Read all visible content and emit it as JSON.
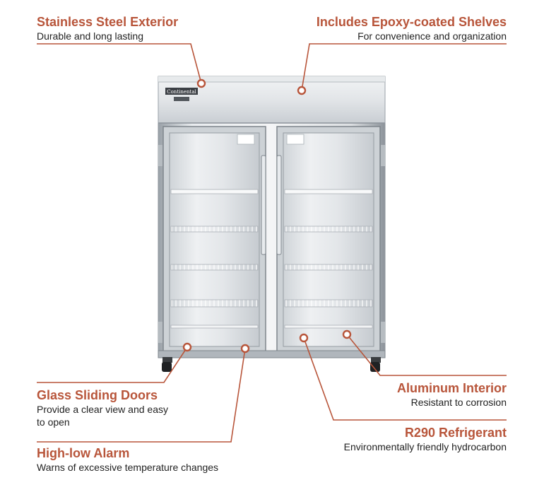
{
  "colors": {
    "accent": "#b8553a",
    "steel_light": "#eef0f2",
    "steel_mid": "#c7ccd1",
    "steel_dark": "#7e858c",
    "glass": "#dfe3e6",
    "shelf": "#ffffff"
  },
  "unit": {
    "brand": "Continental"
  },
  "callouts": {
    "exterior": {
      "title": "Stainless Steel Exterior",
      "desc": "Durable and long lasting"
    },
    "shelves": {
      "title": "Includes Epoxy-coated Shelves",
      "desc": "For convenience and organization"
    },
    "doors": {
      "title": "Glass Sliding Doors",
      "desc": "Provide a clear view and easy to open"
    },
    "alarm": {
      "title": "High-low Alarm",
      "desc": "Warns of excessive temperature changes"
    },
    "aluminum": {
      "title": "Aluminum Interior",
      "desc": "Resistant to corrosion"
    },
    "r290": {
      "title": "R290 Refrigerant",
      "desc": "Environmentally friendly hydrocarbon"
    }
  }
}
